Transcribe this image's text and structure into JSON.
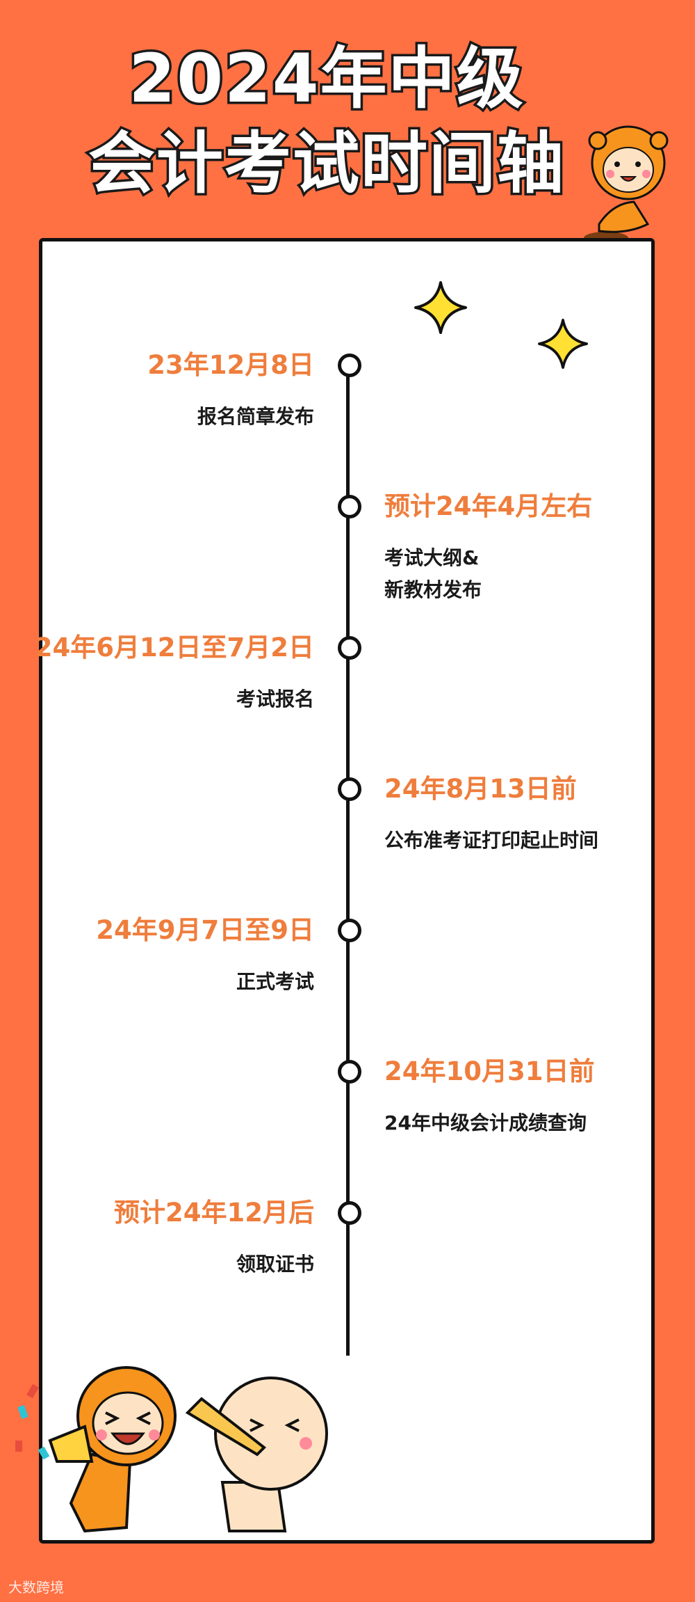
{
  "title": {
    "line1": "2024年中级",
    "line2": "会计考试时间轴"
  },
  "colors": {
    "background": "#ff7043",
    "date_text": "#ef7d3c",
    "card": "#ffffff",
    "ink": "#111111",
    "sparkle": "#ffe033"
  },
  "timeline": [
    {
      "date": "23年12月8日",
      "desc": [
        "报名简章发布"
      ],
      "side": "left"
    },
    {
      "date": "预计24年4月左右",
      "desc": [
        "考试大纲&",
        "新教材发布"
      ],
      "side": "right"
    },
    {
      "date": "24年6月12日至7月2日",
      "desc": [
        "考试报名"
      ],
      "side": "left"
    },
    {
      "date": "24年8月13日前",
      "desc": [
        "公布准考证打印起止时间"
      ],
      "side": "right"
    },
    {
      "date": "24年9月7日至9日",
      "desc": [
        "正式考试"
      ],
      "side": "left"
    },
    {
      "date": "24年10月31日前",
      "desc": [
        "24年中级会计成绩查询"
      ],
      "side": "right"
    },
    {
      "date": "预计24年12月后",
      "desc": [
        "领取证书"
      ],
      "side": "left"
    }
  ],
  "icons": {
    "sparkle": "sparkle-icon",
    "mascot_top": "orange-mascot",
    "mascot_bottom_left": "orange-mascot-with-megaphone",
    "mascot_bottom_right": "white-mascot-with-trumpet"
  },
  "watermark": "大数跨境"
}
